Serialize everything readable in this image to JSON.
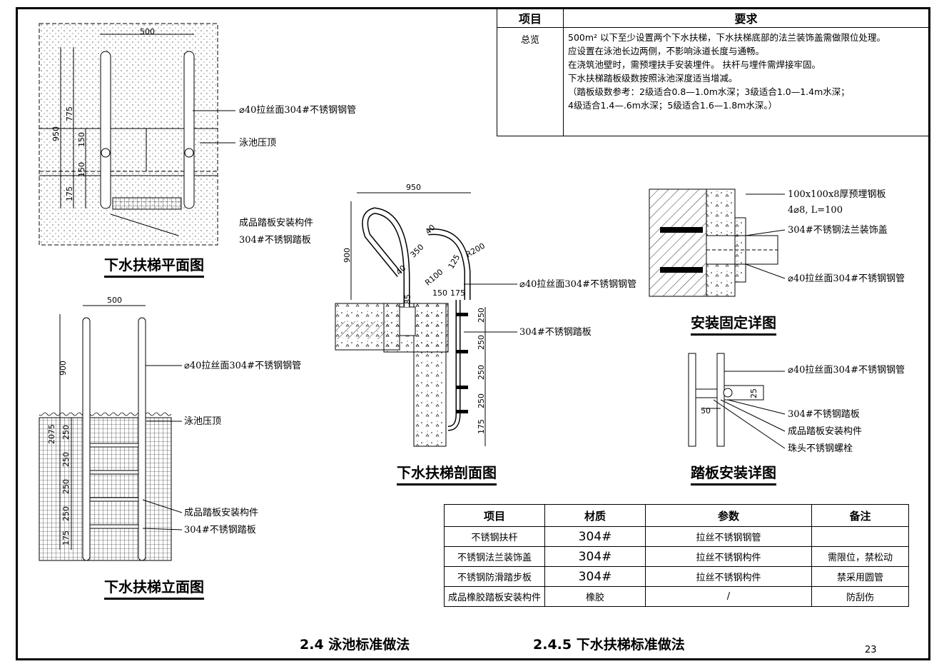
{
  "requirements_table": {
    "header": {
      "item": "项目",
      "requirement": "要求"
    },
    "row_key": "总览",
    "lines": [
      "500m² 以下至少设置两个下水扶梯，下水扶梯底部的法兰装饰盖需做限位处理。",
      "应设置在泳池长边两侧，不影响泳道长度与通畅。",
      "在浇筑池壁时，需预埋扶手安装埋件。 扶杆与埋件需焊接牢固。",
      "下水扶梯踏板级数按照泳池深度适当增减。",
      "（踏板级数参考：2级适合0.8—1.0m水深；3级适合1.0—1.4m水深；",
      "4级适合1.4—.6m水深；5级适合1.6—1.8m水深。）"
    ]
  },
  "plan_view": {
    "title": "下水扶梯平面图",
    "dims": {
      "width": "500",
      "h_total": "950",
      "h_775": "775",
      "h_150a": "150",
      "h_150b": "150",
      "h_175": "175"
    },
    "labels": {
      "pipe": "⌀40拉丝面304#不锈钢钢管",
      "coping": "泳池压顶",
      "fitting": "成品踏板安装构件",
      "tread": "304#不锈钢踏板"
    }
  },
  "elevation_view": {
    "title": "下水扶梯立面图",
    "dims": {
      "width": "500",
      "h_900": "900",
      "h_2075": "2075",
      "s1": "250",
      "s2": "250",
      "s3": "250",
      "s4": "250",
      "s5": "175"
    },
    "labels": {
      "pipe": "⌀40拉丝面304#不锈钢钢管",
      "coping": "泳池压顶",
      "fitting": "成品踏板安装构件",
      "tread": "304#不锈钢踏板"
    }
  },
  "section_view": {
    "title": "下水扶梯剖面图",
    "dims": {
      "w950": "950",
      "h900": "900",
      "d350": "350",
      "d40a": "40",
      "d40b": "40",
      "d125": "125",
      "r100": "R100",
      "r200": "R200",
      "d85": "85",
      "d150": "150",
      "d175": "175",
      "s1": "250",
      "s2": "250",
      "s3": "250",
      "s4": "250",
      "s5": "175"
    },
    "labels": {
      "pipe": "⌀40拉丝面304#不锈钢钢管",
      "tread": "304#不锈钢踏板"
    }
  },
  "install_detail": {
    "title": "安装固定详图",
    "labels": {
      "plate": "100x100x8厚预埋钢板",
      "bars": "4⌀8, L=100",
      "flange": "304#不锈钢法兰装饰盖",
      "pipe": "⌀40拉丝面304#不锈钢钢管"
    }
  },
  "tread_detail": {
    "title": "踏板安装详图",
    "dims": {
      "d50": "50",
      "d25": "25"
    },
    "labels": {
      "pipe": "⌀40拉丝面304#不锈钢钢管",
      "tread": "304#不锈钢踏板",
      "fitting": "成品踏板安装构件",
      "bolt": "珠头不锈钢螺栓"
    }
  },
  "materials_table": {
    "headers": [
      "项目",
      "材质",
      "参数",
      "备注"
    ],
    "rows": [
      [
        "不锈钢扶杆",
        "304#",
        "拉丝不锈钢钢管",
        ""
      ],
      [
        "不锈钢法兰装饰盖",
        "304#",
        "拉丝不锈钢构件",
        "需限位，禁松动"
      ],
      [
        "不锈钢防滑踏步板",
        "304#",
        "拉丝不锈钢构件",
        "禁采用圆管"
      ],
      [
        "成品橡胶踏板安装构件",
        "橡胶",
        "/",
        "防刮伤"
      ]
    ]
  },
  "footer": {
    "section": "2.4 泳池标准做法",
    "subsection": "2.4.5 下水扶梯标准做法",
    "page": "23"
  }
}
